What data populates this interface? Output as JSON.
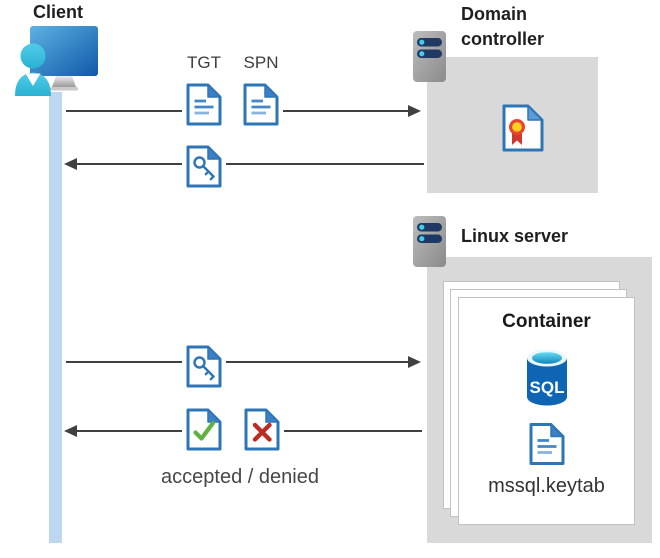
{
  "client": {
    "label": "Client"
  },
  "domain_controller": {
    "label": "Domain controller"
  },
  "linux_server": {
    "label": "Linux server"
  },
  "container": {
    "title": "Container",
    "sql_label": "SQL",
    "keytab_label": "mssql.keytab"
  },
  "messages": {
    "tgt_label": "TGT",
    "spn_label": "SPN",
    "response_label": "accepted / denied"
  },
  "colors": {
    "document_blue": "#2e75b6",
    "fold_blue": "#3b7fc4",
    "light_fill_blue": "#5b9bd5",
    "lifeline_blue": "#bdd7f0",
    "panel_gray": "#d9d9d9",
    "arrow_gray": "#404040",
    "accepted_green": "#5fb240",
    "denied_red": "#bb2c24",
    "sql_blue": "#0d65b4",
    "server_bar_navy": "#203864",
    "cyan_accent": "#41d0ea",
    "certificate_red": "#e8452f",
    "certificate_gold": "#ffd21e"
  }
}
